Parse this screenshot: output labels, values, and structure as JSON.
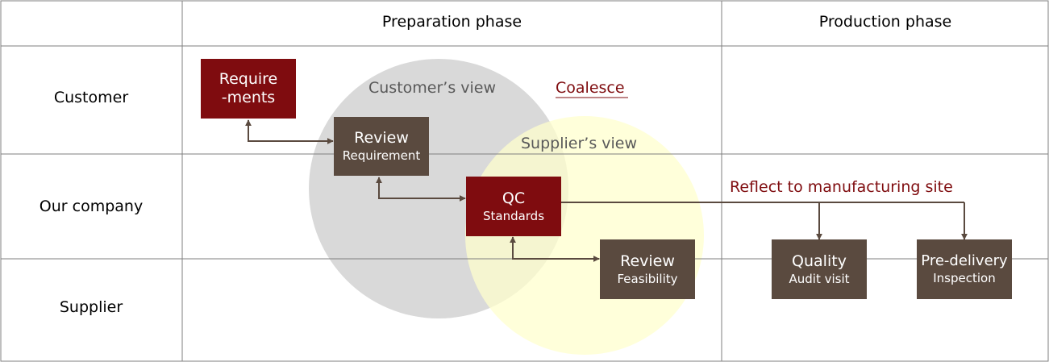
{
  "phases": {
    "preparation": "Preparation phase",
    "production": "Production phase"
  },
  "lanes": {
    "customer": "Customer",
    "our_company": "Our company",
    "supplier": "Supplier"
  },
  "views": {
    "customer_view": "Customer’s view",
    "supplier_view": "Supplier’s view",
    "coalesce": "Coalesce"
  },
  "reflect_label": "Reflect to manufacturing site",
  "boxes": {
    "requirements": {
      "line1": "Require\n-ments"
    },
    "review_requirement": {
      "line1": "Review",
      "line2": "Requirement"
    },
    "qc_standards": {
      "line1": "QC",
      "line2": "Standards"
    },
    "review_feasibility": {
      "line1": "Review",
      "line2": "Feasibility"
    },
    "quality_audit": {
      "line1": "Quality",
      "line2": "Audit visit"
    },
    "pre_delivery": {
      "line1": "Pre-delivery",
      "line2": "Inspection"
    }
  },
  "colors": {
    "dark_red": "#7f0c0f",
    "brown": "#5a4a3f",
    "customer_circle": "#d9d9d9",
    "supplier_circle": "#ffffcc",
    "arrow": "#5a4a3f",
    "grid": "#7f7f7f"
  }
}
